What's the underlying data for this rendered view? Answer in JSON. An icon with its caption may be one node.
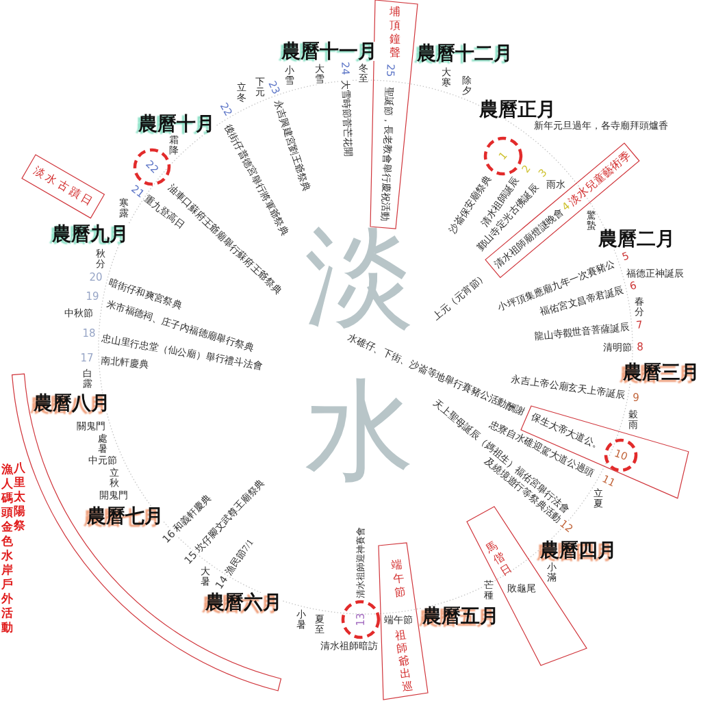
{
  "diagram": {
    "nodes": [
      {
        "text": [
          "埔頂鐘聲",
          "25",
          "聖誕節，長老教會舉行慶祝活動"
        ]
      },
      {
        "text": [
          "1"
        ]
      },
      {
        "text": [
          "22"
        ]
      },
      {
        "text": [
          "淡水古蹟日"
        ]
      },
      {
        "text": [
          "清水祖師廟燈謎晚會",
          "4",
          "淡水兒童藝術季"
        ]
      },
      {
        "text": [
          "保生大帝大道公。"
        ]
      },
      {
        "text": [
          "10"
        ],
        "in": 5
      },
      {
        "text": [
          "馬偕日",
          "敗龜尾"
        ]
      },
      {
        "text": [
          "端午節",
          "端午節",
          "祖師爺出巡"
        ]
      },
      {
        "text": [
          "13"
        ]
      },
      {
        "text": [
          "漁人碼頭金色水岸戶外活動",
          "八里太陽祭"
        ]
      }
    ],
    "labels": [
      "淡",
      "水",
      "農曆正月",
      "新年元旦過年，各寺廟拜頭爐香",
      "沙崙保安廟祭典",
      "2",
      "清水祖師誕辰",
      "3",
      "鄞山寺定光古佛誕辰",
      "雨水",
      "上元（元宵節）",
      "驚蟄",
      "農曆二月",
      "5",
      "小坪頂集應廟九年一次賽豬公",
      "福德正神誕辰",
      "6",
      "福佑宮文昌帝君誕辰",
      "春分",
      "7",
      "龍山寺觀世音菩薩誕辰",
      "清明節",
      "8",
      "農曆三月",
      "永吉上帝公廟玄天上帝誕辰",
      "9",
      "穀雨",
      "水碓仔、下街、沙崙等地舉行賽豬公活動酬謝",
      "忠寮自水碓迎駕大道公過頭",
      "11",
      "天上聖母誕辰（媽祖生）福佑宮舉行法會及繞境遊行等祭典活動",
      "12",
      "立夏",
      "農曆四月",
      "小滿",
      "芒種",
      "小暑",
      "夏至",
      "農曆五月",
      "清水祖師迎神賽會",
      "清水祖師暗訪",
      "農曆六月",
      "14",
      "漁民節7/1",
      "大暑",
      "15",
      "坎仔腳文武尊王廟祭典",
      "16",
      "和義軒慶典",
      "農曆七月",
      "立秋",
      "開鬼門",
      "中元節",
      "處暑",
      "關鬼門",
      "農曆八月",
      "白露",
      "17",
      "南北軒慶典",
      "18",
      "忠山里行忠堂（仙公廟）舉行禮斗法會",
      "中秋節",
      "19",
      "米市福德祠、庄子內福德廟舉行祭典",
      "20",
      "暗街仔和爽宮祭典",
      "秋分",
      "農曆九月",
      "寒露",
      "21",
      "重九登高日",
      "油車口蘇府王爺廟舉行蘇府王爺祭典",
      "霜降",
      "農曆十月",
      "22",
      "後街仔普德宮舉行將軍爺祭典",
      "立冬",
      "下元",
      "23",
      "永吉興建宮劉王爺祭典",
      "小雪",
      "大雪",
      "農曆十一月",
      "24",
      "大雪時節菅芒花開",
      "冬至",
      "農曆十二月",
      "大寒",
      "除夕"
    ]
  }
}
